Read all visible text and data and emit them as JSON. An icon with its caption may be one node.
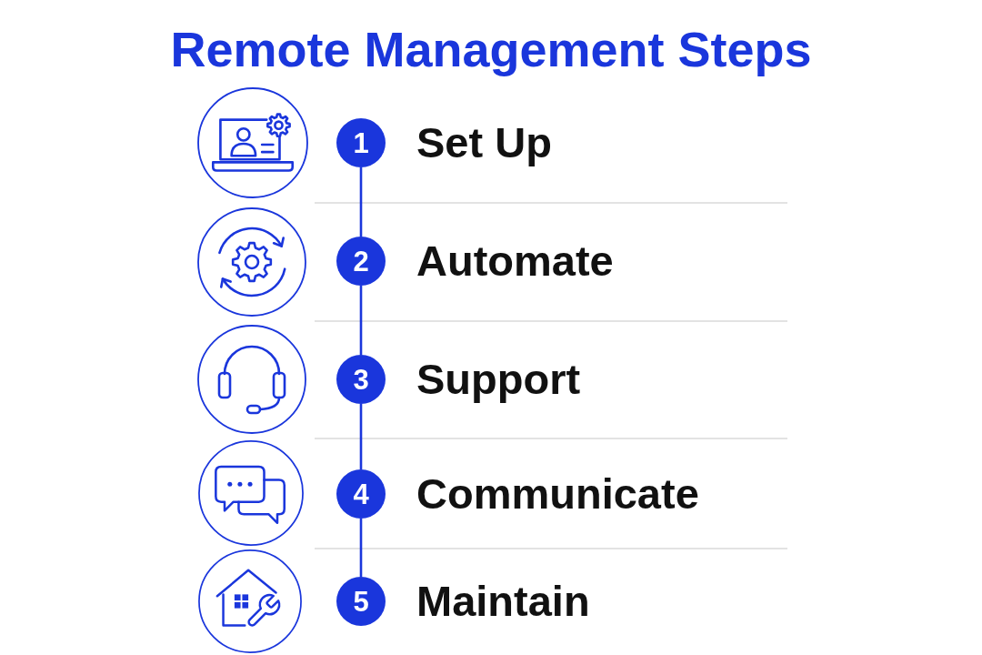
{
  "diagram": {
    "title": "Remote Management Steps",
    "nodes": [
      {
        "text": [
          "1"
        ],
        "beside": [
          "Set Up"
        ]
      },
      {
        "text": [
          "2"
        ],
        "beside": [
          "Automate"
        ]
      },
      {
        "text": [
          "3"
        ],
        "beside": [
          "Support"
        ]
      },
      {
        "text": [
          "4"
        ],
        "beside": [
          "Communicate"
        ]
      },
      {
        "text": [
          "5"
        ],
        "beside": [
          "Maintain"
        ]
      }
    ],
    "edges": [
      {
        "from": 0,
        "to": 1,
        "arrow": "none"
      },
      {
        "from": 1,
        "to": 2,
        "arrow": "none"
      },
      {
        "from": 2,
        "to": 3,
        "arrow": "none"
      },
      {
        "from": 3,
        "to": 4,
        "arrow": "none"
      }
    ]
  }
}
